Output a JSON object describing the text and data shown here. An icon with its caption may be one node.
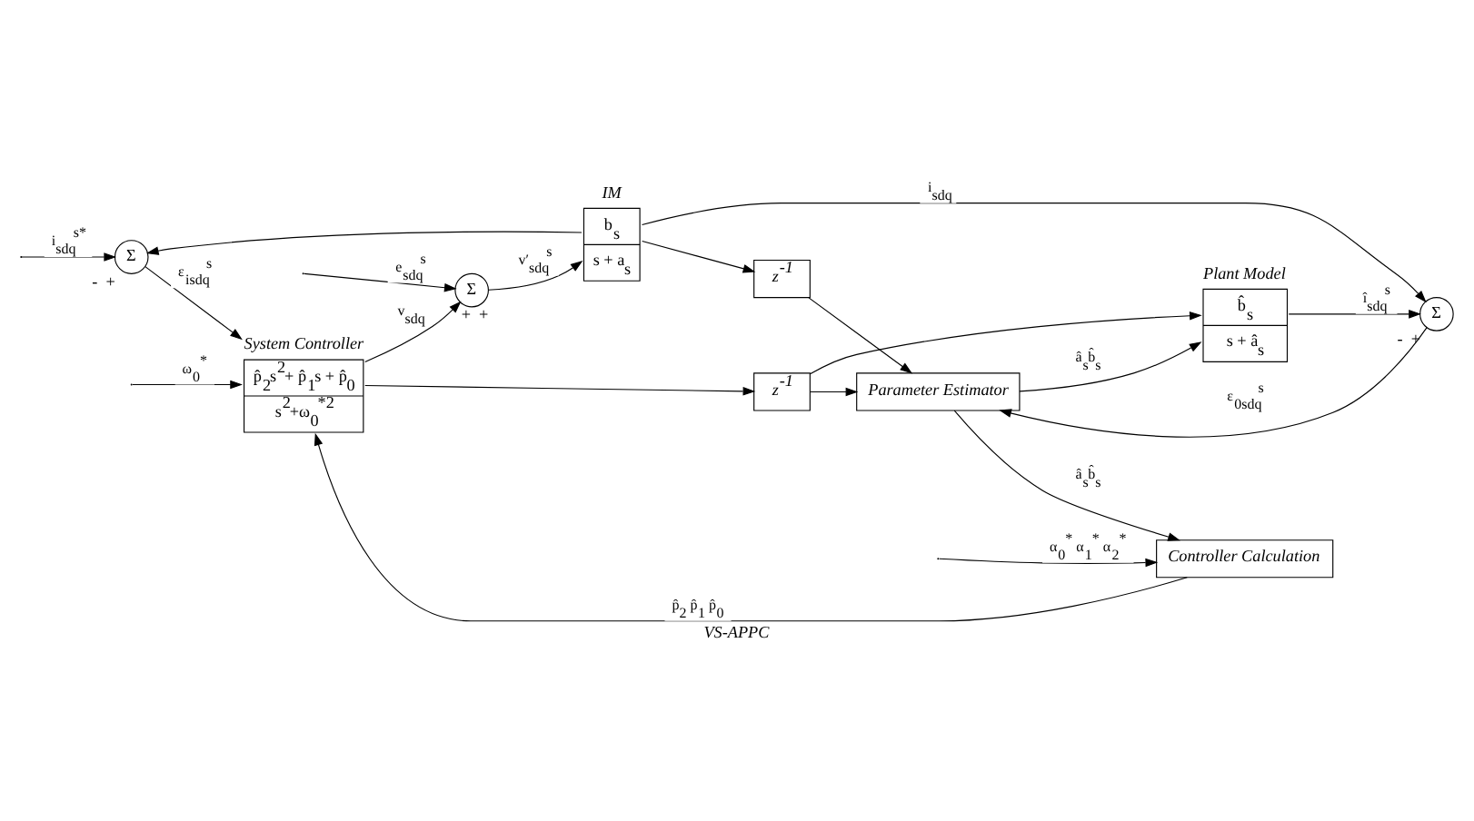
{
  "diagram": {
    "caption": "VS-APPC",
    "nodes": [
      {
        "text": [
          "Σ"
        ],
        "beside": [
          "-",
          "+"
        ]
      },
      {
        "text": [
          "System Controller",
          "p̂$_{2}$s$^{2}$+ p̂$_{1}$s + p̂$_{0}$",
          "s$^{2}$+ω$_{0}$$^{*2}$"
        ]
      },
      {
        "text": [
          "Σ"
        ],
        "beside": [
          "+",
          "+"
        ]
      },
      {
        "text": [
          "IM",
          "b$_{s}$",
          "s + a$_{s}$"
        ]
      },
      {
        "text": [
          "z$^{-1}$"
        ]
      },
      {
        "text": [
          "Plant Model",
          "b̂$_{s}$",
          "s + â$_{s}$"
        ]
      },
      {
        "text": [
          "Σ"
        ],
        "beside": [
          "-",
          "+"
        ]
      },
      {
        "text": [
          "z$^{-1}$"
        ]
      },
      {
        "text": [
          "Controller Calculation"
        ]
      },
      {
        "text": [
          "Parameter Estimator"
        ]
      }
    ],
    "edges": [
      {
        "from": null,
        "to": 0,
        "arrow": "to",
        "label": "i$_{sdq}$$^{s*}$"
      },
      {
        "from": 0,
        "to": 1,
        "arrow": "to",
        "label": "ε$_{isdq}$$^{s}$"
      },
      {
        "from": null,
        "to": 1,
        "arrow": "to",
        "label": "ω$_{0}$$^{*}$"
      },
      {
        "from": 1,
        "to": 2,
        "arrow": "to",
        "label": "v$_{sdq}$"
      },
      {
        "from": 1,
        "to": 4,
        "arrow": "to"
      },
      {
        "from": null,
        "to": 2,
        "arrow": "to",
        "label": "e$_{sdq}$$^{s}$"
      },
      {
        "from": 2,
        "to": 3,
        "arrow": "to",
        "label": "v′$_{sdq}$$^{s}$"
      },
      {
        "from": 3,
        "to": 0,
        "arrow": "to"
      },
      {
        "from": 3,
        "to": 6,
        "arrow": "to",
        "label": "i$_{sdq}$"
      },
      {
        "from": 3,
        "to": 7,
        "arrow": "to"
      },
      {
        "from": 4,
        "to": 5,
        "arrow": "to"
      },
      {
        "from": 4,
        "to": 9,
        "arrow": "to"
      },
      {
        "from": 5,
        "to": 6,
        "arrow": "to",
        "label": "î$_{sdq}$$^{s}$"
      },
      {
        "from": 6,
        "to": 9,
        "arrow": "to",
        "label": "ε$_{0sdq}$$^{s}$"
      },
      {
        "from": 7,
        "to": 9,
        "arrow": "to"
      },
      {
        "from": 9,
        "to": 5,
        "arrow": "to",
        "label": "â$_{s}$b̂$_{s}$"
      },
      {
        "from": 9,
        "to": 8,
        "arrow": "to",
        "label": "â$_{s}$b̂$_{s}$"
      },
      {
        "from": 8,
        "to": 1,
        "arrow": "to",
        "label": "p̂$_{2}$ p̂$_{1}$ p̂$_{0}$"
      },
      {
        "from": null,
        "to": 8,
        "arrow": "to",
        "label": "α$_{0}$$^{*}$ α$_{1}$$^{*}$ α$_{2}$$^{*}$"
      }
    ]
  }
}
